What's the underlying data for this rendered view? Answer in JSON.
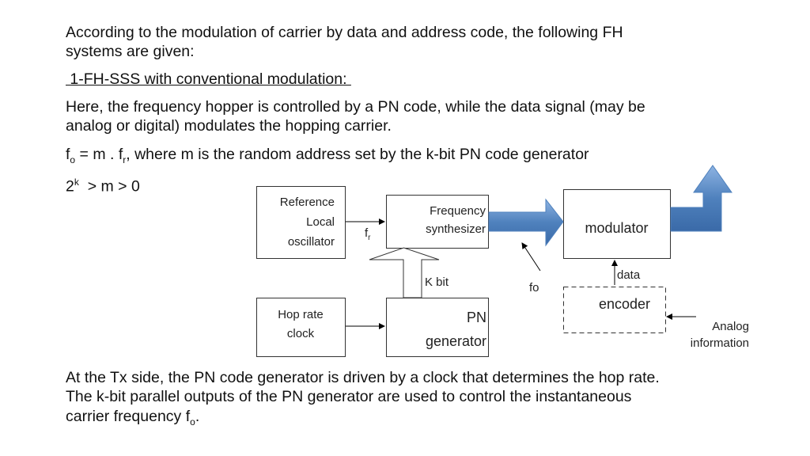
{
  "text": {
    "line1": "According to the modulation of carrier by data and address code, the following FH",
    "line2": "systems are given:",
    "heading": " 1-FH-SSS with conventional modulation: ",
    "line3": "Here, the frequency hopper is controlled by a PN code, while the data signal (may be",
    "line4": "analog or digital) modulates the hopping carrier.",
    "eq_f": "f",
    "eq_sub_o": "o",
    "eq_mid": " = m . f",
    "eq_sub_r": "r",
    "eq_rest": ", where m is the random address set by the k-bit PN code generator",
    "ineq_base": "2",
    "ineq_sup": "k",
    "ineq_rest": "  > m > 0",
    "bottom1": "At the Tx side, the PN code generator is driven by a clock that determines the hop rate.",
    "bottom2": "The k-bit parallel outputs of the PN generator are used to control the instantaneous",
    "bottom3_a": "carrier frequency f",
    "bottom3_sub": "o",
    "bottom3_b": "."
  },
  "diagram": {
    "ref_osc": [
      "Reference",
      "Local",
      "oscillator"
    ],
    "freq_synth": [
      "Frequency",
      "synthesizer"
    ],
    "modulator": "modulator",
    "hop_clock": [
      "Hop rate",
      "clock"
    ],
    "pn_gen": [
      "PN",
      "generator"
    ],
    "encoder": "encoder",
    "fr_f": "f",
    "fr_sub": "r",
    "kbit": "K bit",
    "fo": "fo",
    "data": "data",
    "analog": [
      "Analog",
      "information"
    ]
  },
  "colors": {
    "arrow_blue": "#4f81bd",
    "arrow_light": "#8db3e2"
  }
}
